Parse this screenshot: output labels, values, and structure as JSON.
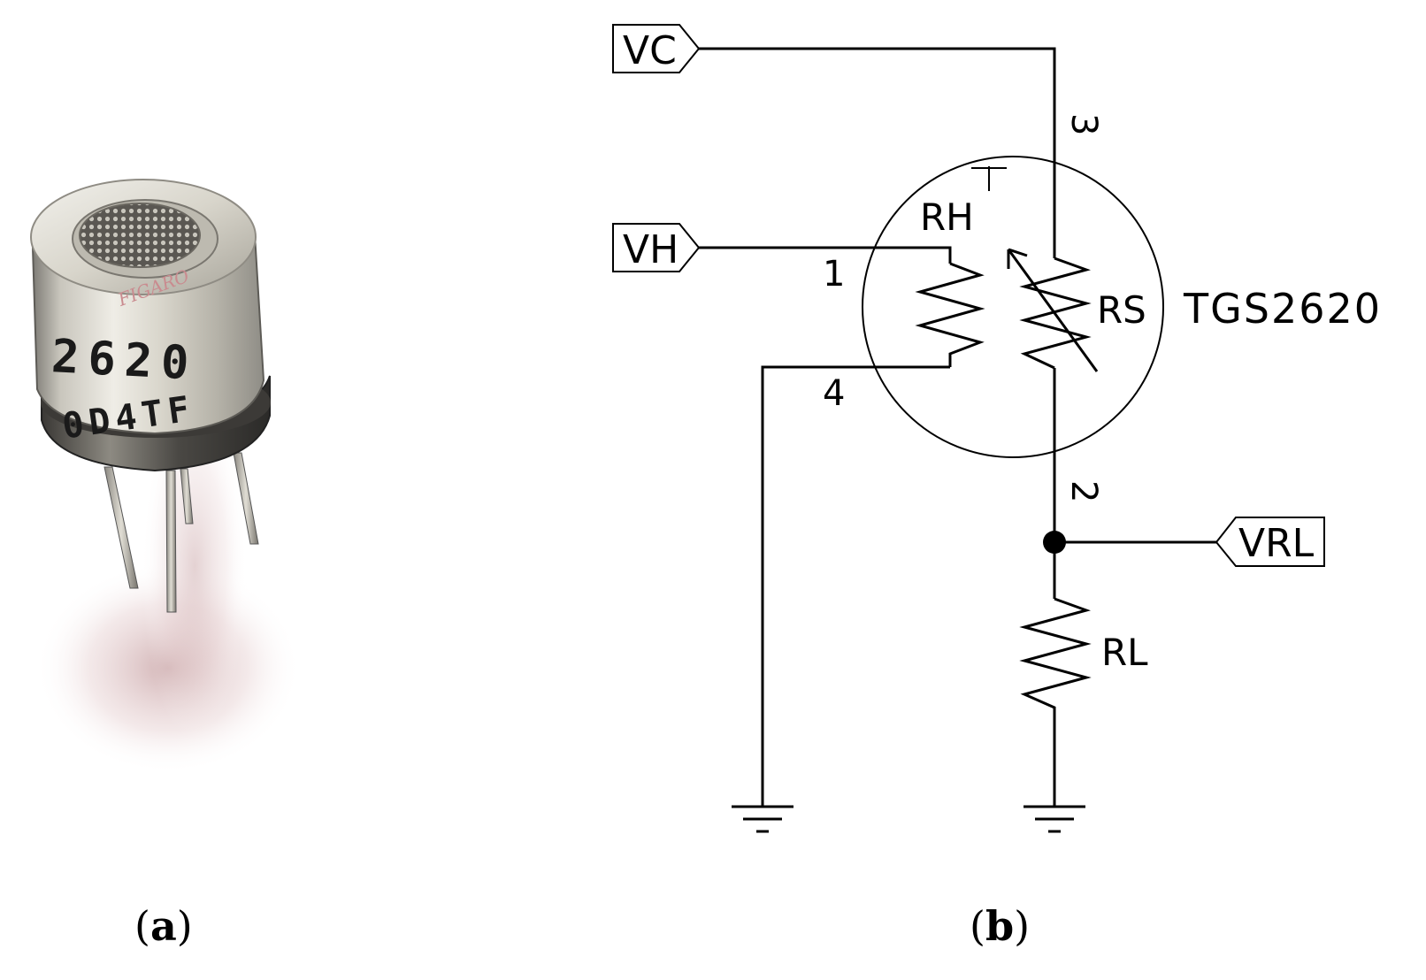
{
  "figure": {
    "panels": [
      {
        "id": "a",
        "caption_open": "(",
        "caption_letter": "a",
        "caption_close": ")"
      },
      {
        "id": "b",
        "caption_open": "(",
        "caption_letter": "b",
        "caption_close": ")"
      }
    ]
  },
  "sensor_photo": {
    "marking_line1": "2620",
    "marking_line2": "0D4TF",
    "logo_text": "FIGARO"
  },
  "schematic": {
    "ports": {
      "vc": "VC",
      "vh": "VH",
      "vrl": "VRL"
    },
    "pins": {
      "pin1": "1",
      "pin2": "2",
      "pin3": "3",
      "pin4": "4"
    },
    "components": {
      "heater": "RH",
      "sensing": "RS",
      "load": "RL",
      "part_number": "TGS2620"
    }
  }
}
